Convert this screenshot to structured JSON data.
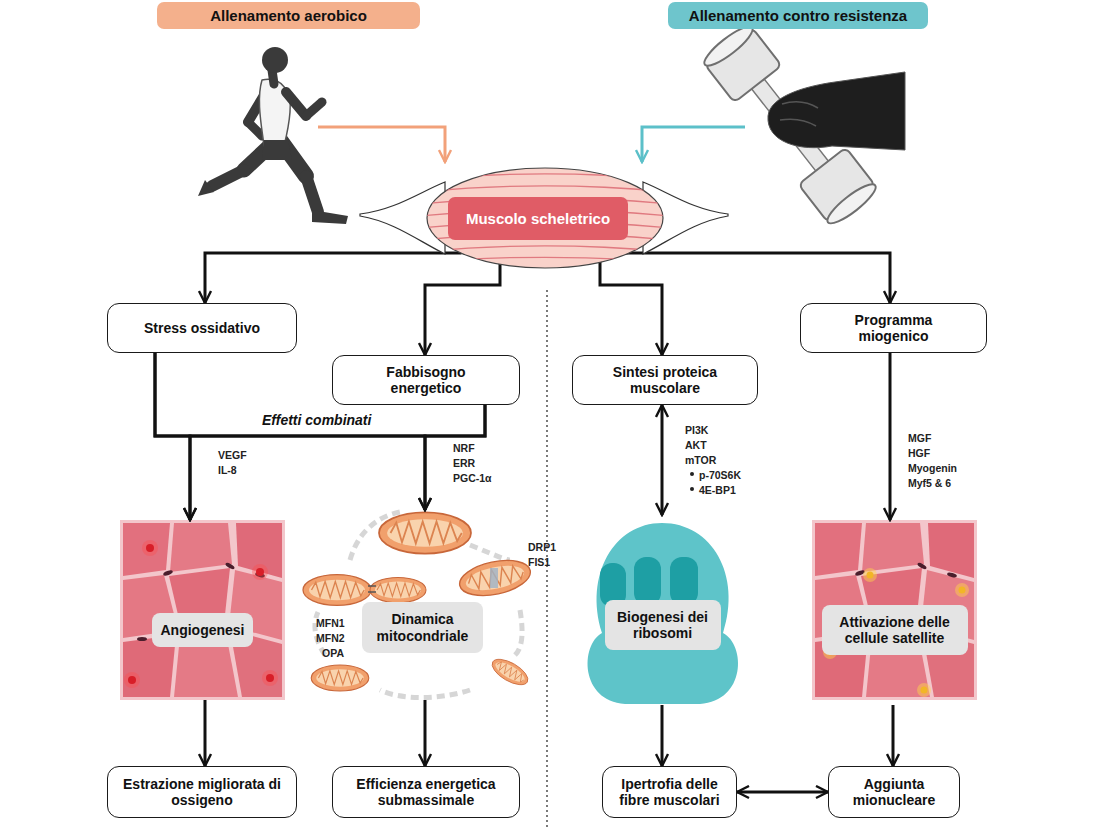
{
  "diagram": {
    "nodes": [
      {
        "text": [
          "Allenamento aerobico"
        ]
      },
      {
        "text": [
          "Allenamento contro resistenza"
        ]
      },
      {
        "text": [
          "Muscolo scheletrico"
        ]
      },
      {
        "text": [
          "Stress ossidativo"
        ]
      },
      {
        "text": [
          "Fabbisogno energetico"
        ]
      },
      {
        "text": [
          "Sintesi proteica muscolare"
        ]
      },
      {
        "text": [
          "Programma miogenico"
        ]
      },
      {
        "text": [
          "Angiogenesi"
        ]
      },
      {
        "text": [
          "Dinamica mitocondriale"
        ]
      },
      {
        "text": [
          "Biogenesi dei ribosomi"
        ]
      },
      {
        "text": [
          "Attivazione delle cellule satellite"
        ]
      },
      {
        "text": [
          "Estrazione migliorata di ossigeno"
        ]
      },
      {
        "text": [
          "Efficienza energetica submassimale"
        ]
      },
      {
        "text": [
          "Ipertrofia delle fibre muscolari"
        ]
      },
      {
        "text": [
          "Aggiunta mionucleare"
        ]
      }
    ],
    "edges": [
      {
        "from": 2,
        "to": 3,
        "arrow": "to"
      },
      {
        "from": 2,
        "to": 4,
        "arrow": "to"
      },
      {
        "from": 2,
        "to": 5,
        "arrow": "to"
      },
      {
        "from": 2,
        "to": 6,
        "arrow": "to"
      },
      {
        "from": 3,
        "to": 7,
        "arrow": "to"
      },
      {
        "from": 3,
        "to": 8,
        "arrow": "to"
      },
      {
        "from": 4,
        "to": 7,
        "arrow": "to"
      },
      {
        "from": 4,
        "to": 8,
        "arrow": "to"
      },
      {
        "from": 5,
        "to": 9,
        "arrow": "both"
      },
      {
        "from": 6,
        "to": 10,
        "arrow": "to"
      },
      {
        "from": 7,
        "to": 11,
        "arrow": "to"
      },
      {
        "from": 8,
        "to": 12,
        "arrow": "to"
      },
      {
        "from": 9,
        "to": 13,
        "arrow": "to"
      },
      {
        "from": 10,
        "to": 14,
        "arrow": "to"
      },
      {
        "from": 13,
        "to": 14,
        "arrow": "both"
      }
    ],
    "labels": [
      "Effetti combinati",
      "VEGF",
      "IL-8",
      "NRF",
      "ERR",
      "PGC-1α",
      "DRP1",
      "FIS1",
      "MFN1",
      "MFN2",
      "OPA",
      "PI3K",
      "AKT",
      "mTOR",
      "p-70S6K",
      "4E-BP1",
      "MGF",
      "HGF",
      "Myogenin",
      "Myf5 & 6"
    ]
  }
}
